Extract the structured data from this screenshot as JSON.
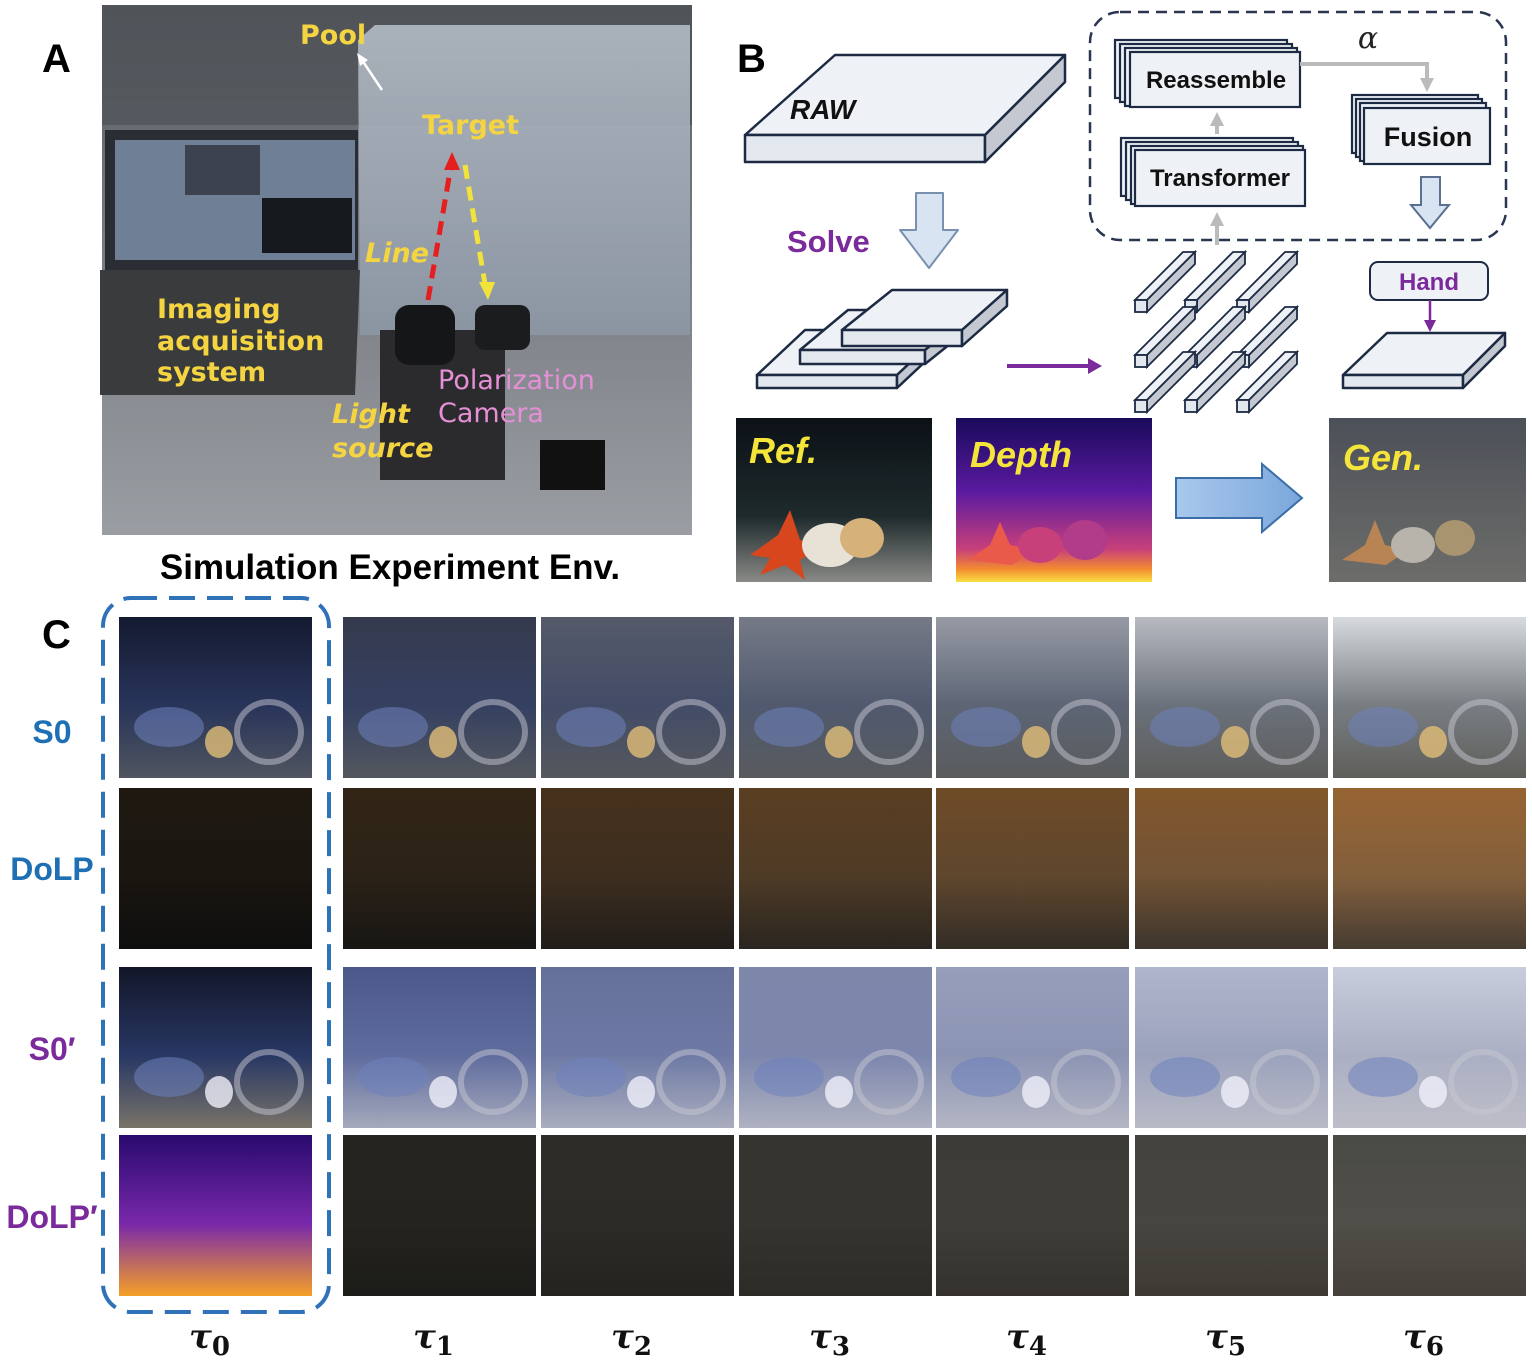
{
  "panel_a": {
    "label": "A",
    "caption": "Simulation Experiment Env.",
    "annotations": {
      "pool": "Pool",
      "target": "Target",
      "line": "Line",
      "imaging_1": "Imaging",
      "imaging_2": "acquisition",
      "imaging_3": "system",
      "light_1": "Light",
      "light_2": "source",
      "camera_1": "Polarization",
      "camera_2": "Camera"
    }
  },
  "panel_b": {
    "label": "B",
    "raw": "RAW",
    "solve": "Solve",
    "reassemble": "Reassemble",
    "transformer": "Transformer",
    "fusion": "Fusion",
    "alpha": "α",
    "hand": "Hand",
    "ref": "Ref.",
    "depth": "Depth",
    "gen": "Gen."
  },
  "panel_c": {
    "label": "C",
    "rows": [
      "S0",
      "DoLP",
      "S0′",
      "DoLP′"
    ],
    "row_colors": [
      "#1f6fb5",
      "#1f6fb5",
      "#7a2a9a",
      "#7a2a9a"
    ],
    "columns": [
      "τ",
      "τ",
      "τ",
      "τ",
      "τ",
      "τ",
      "τ"
    ],
    "column_subscripts": [
      "0",
      "1",
      "2",
      "3",
      "4",
      "5",
      "6"
    ]
  },
  "colors": {
    "annotation_yellow": "#f5d442",
    "annotation_pink": "#e58fd6",
    "purple": "#7a2a9a",
    "dash_blue": "#2f72b8",
    "box_fill": "#eef1f5",
    "arrow_fill": "#d9e4f3"
  }
}
